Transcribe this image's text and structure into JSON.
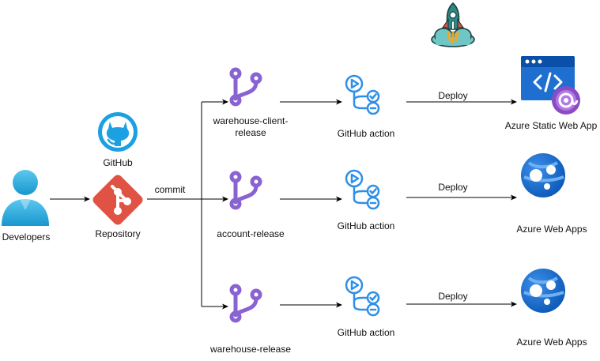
{
  "nodes": {
    "developers": {
      "label": "Developers",
      "icon": "user-icon"
    },
    "github": {
      "label": "GitHub",
      "icon": "github-octocat-icon"
    },
    "repository": {
      "label": "Repository",
      "icon": "git-icon"
    },
    "rocket": {
      "icon": "rocket-launch-icon"
    },
    "branch_client": {
      "label": "warehouse-client-release",
      "icon": "git-branch-icon"
    },
    "branch_account": {
      "label": "account-release",
      "icon": "git-branch-icon"
    },
    "branch_warehouse": {
      "label": "warehouse-release",
      "icon": "git-branch-icon"
    },
    "action_1": {
      "label": "GitHub action",
      "icon": "github-actions-icon"
    },
    "action_2": {
      "label": "GitHub action",
      "icon": "github-actions-icon"
    },
    "action_3": {
      "label": "GitHub action",
      "icon": "github-actions-icon"
    },
    "target_static": {
      "label": "Azure Static Web App",
      "icon": "azure-static-web-app-icon"
    },
    "target_web_1": {
      "label": "Azure Web Apps",
      "icon": "azure-web-apps-icon"
    },
    "target_web_2": {
      "label": "Azure Web Apps",
      "icon": "azure-web-apps-icon"
    }
  },
  "edges": {
    "commit": "commit",
    "deploy_1": "Deploy",
    "deploy_2": "Deploy",
    "deploy_3": "Deploy"
  },
  "colors": {
    "github_blue": "#1ba1e2",
    "git_red": "#e05243",
    "branch_purple": "#8a63d2",
    "actions_blue": "#2f8fe8",
    "azure_blue": "#1f6fd1",
    "azure_dark": "#0a56b5",
    "static_purple": "#8a4cc4",
    "user_blue": "#32b1df",
    "rocket_teal": "#2a8a8a",
    "cloud_teal": "#6ec7c4",
    "rocket_orange": "#f5a623",
    "line": "#000000"
  }
}
